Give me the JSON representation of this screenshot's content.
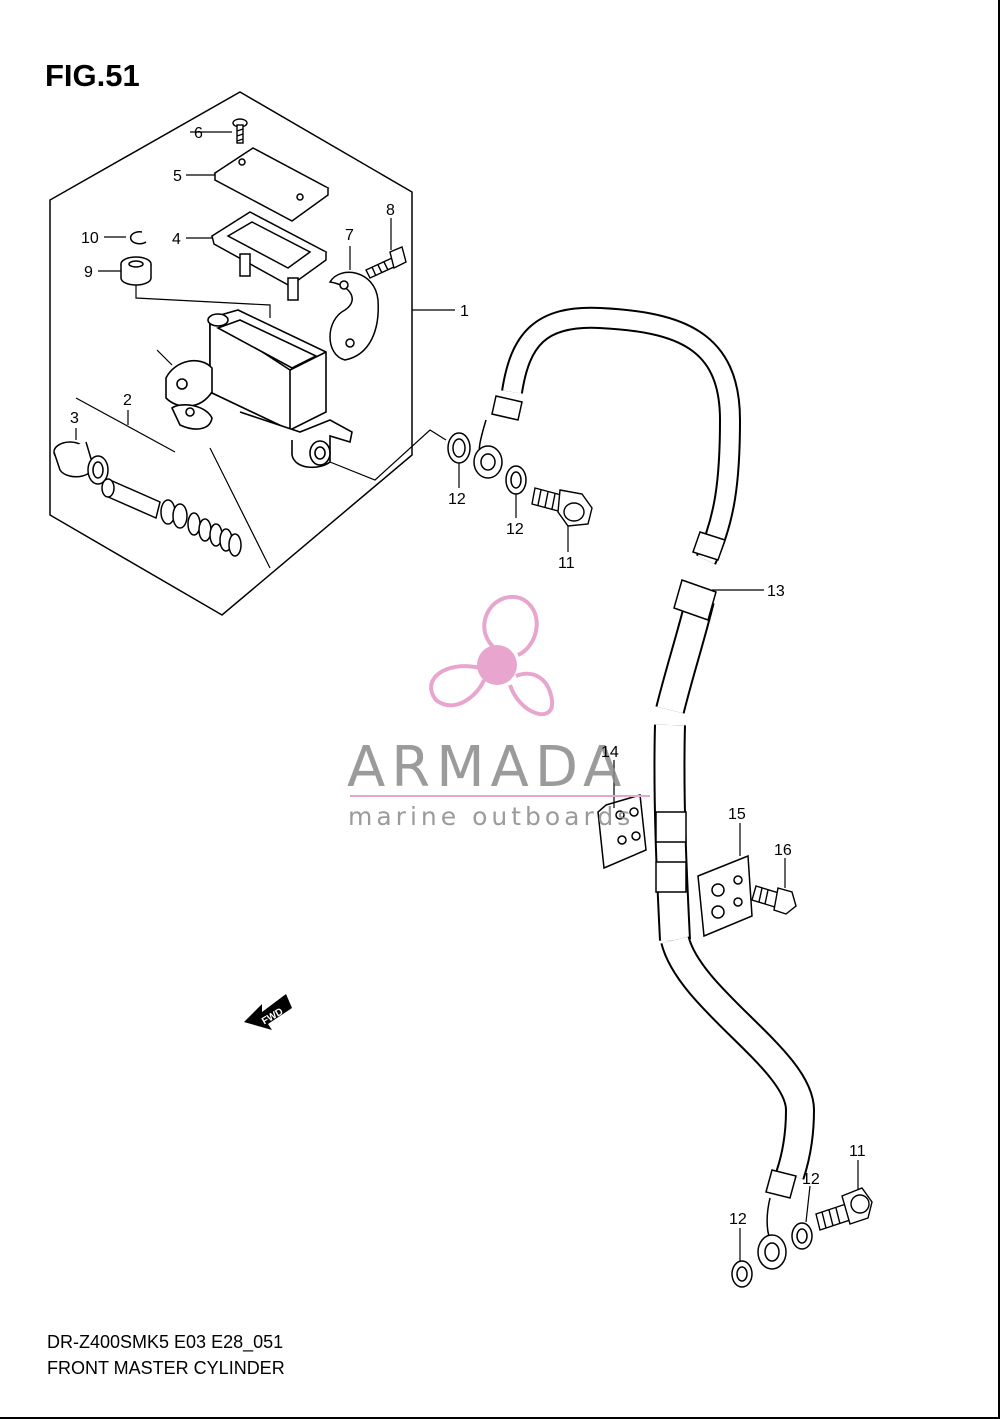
{
  "figure": {
    "title": "FIG.51"
  },
  "footer": {
    "model_code": "DR-Z400SMK5 E03 E28_051",
    "name": "FRONT MASTER CYLINDER"
  },
  "callouts": [
    "1",
    "2",
    "3",
    "4",
    "5",
    "6",
    "7",
    "8",
    "9",
    "10",
    "11",
    "11",
    "12",
    "12",
    "12",
    "12",
    "13",
    "14",
    "15",
    "16"
  ],
  "fwd_arrow": {
    "text": "FWD"
  },
  "watermark": {
    "brand": "ARMADA",
    "tagline": "marine outboards",
    "accent_color": "#e8a6cf",
    "text_color": "#8a8a8a"
  }
}
